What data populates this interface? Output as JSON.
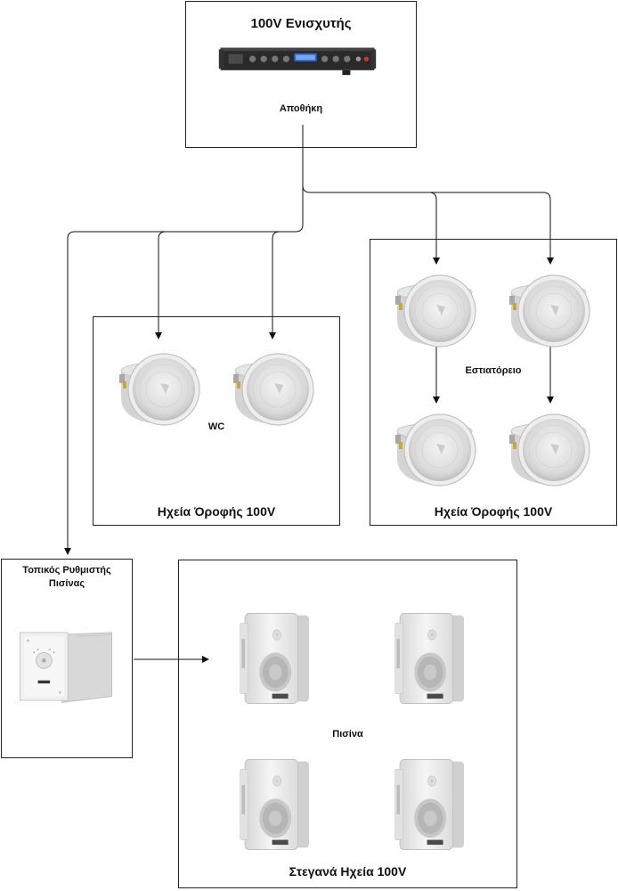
{
  "amplifier": {
    "title": "100V Ενισχυτής",
    "location": "Αποθήκη"
  },
  "wc": {
    "location": "WC",
    "title": "Ηχεία Όροφής 100V"
  },
  "restaurant": {
    "location": "Εστιατόρειο",
    "title": "Ηχεία Όροφής 100V"
  },
  "controller": {
    "title_line1": "Τοπικός Ρυθμιστής",
    "title_line2": "Πισίνας"
  },
  "pool": {
    "location": "Πισίνα",
    "title": "Στεγανά Ηχεία 100V"
  }
}
